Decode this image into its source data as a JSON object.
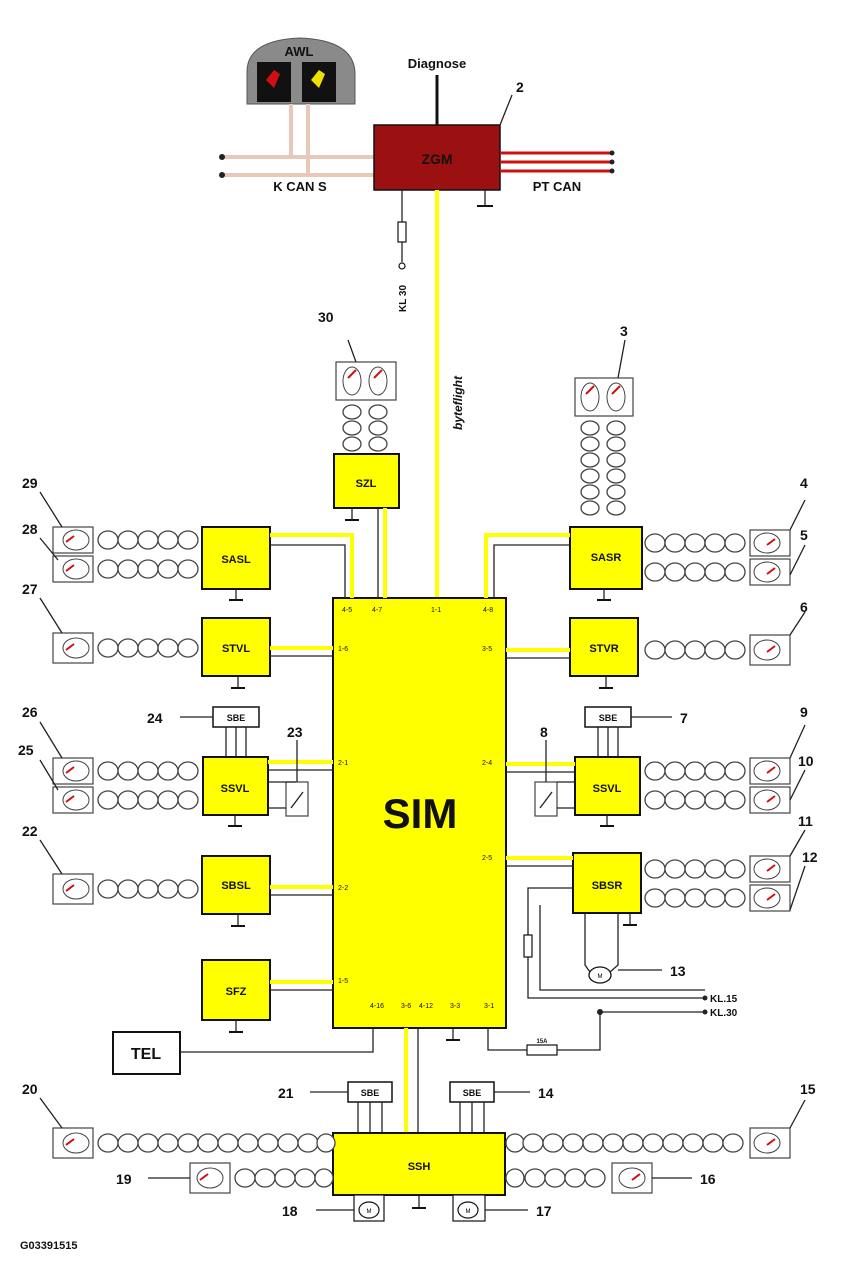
{
  "top": {
    "awl": "AWL",
    "diagnose": "Diagnose",
    "zgm": "ZGM",
    "k_can_s": "K CAN S",
    "pt_can": "PT CAN",
    "kl30_top": "KL 30",
    "byteflight": "byteflight"
  },
  "modules": {
    "sim": "SIM",
    "szl": "SZL",
    "sasl": "SASL",
    "sasr": "SASR",
    "stvl": "STVL",
    "stvr": "STVR",
    "ssvl_left": "SSVL",
    "ssvl_right": "SSVL",
    "sbsl": "SBSL",
    "sbsr": "SBSR",
    "sfz": "SFZ",
    "ssh": "SSH",
    "tel": "TEL"
  },
  "sbe": {
    "s24": "SBE",
    "s7": "SBE",
    "s21": "SBE",
    "s14": "SBE"
  },
  "terminals": {
    "kl15": "KL.15",
    "kl30": "KL.30",
    "fuse": "15A"
  },
  "numbers": {
    "n2": "2",
    "n3": "3",
    "n4": "4",
    "n5": "5",
    "n6": "6",
    "n7": "7",
    "n8": "8",
    "n9": "9",
    "n10": "10",
    "n11": "11",
    "n12": "12",
    "n13": "13",
    "n14": "14",
    "n15": "15",
    "n16": "16",
    "n17": "17",
    "n18": "18",
    "n19": "19",
    "n20": "20",
    "n21": "21",
    "n22": "22",
    "n23": "23",
    "n24": "24",
    "n25": "25",
    "n26": "26",
    "n27": "27",
    "n28": "28",
    "n29": "29",
    "n30": "30"
  },
  "footer": "G03391515",
  "colors": {
    "module": "#ffff00",
    "zgm": "#9b1010",
    "pt_can": "#cc1111",
    "k_can": "#e8c8b8",
    "sbe": "#ffffff"
  }
}
